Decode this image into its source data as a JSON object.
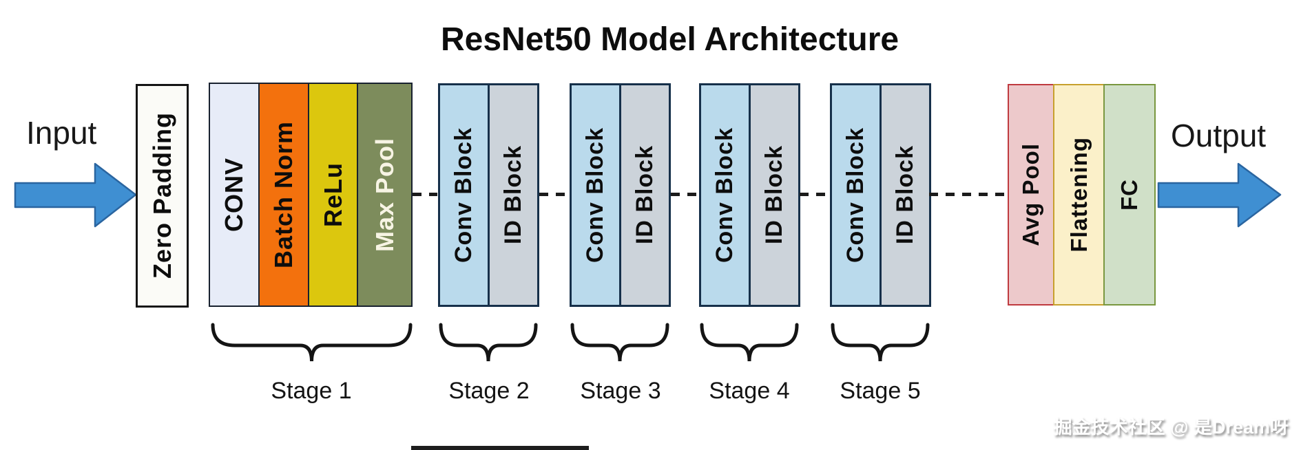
{
  "title": "ResNet50 Model Architecture",
  "input": {
    "label": "Input"
  },
  "output": {
    "label": "Output"
  },
  "zero_padding": {
    "label": "Zero Padding"
  },
  "stage1": {
    "conv": "CONV",
    "batch_norm": "Batch Norm",
    "relu": "ReLu",
    "max_pool": "Max Pool"
  },
  "stage2": {
    "conv_block": "Conv Block",
    "id_block": "ID Block"
  },
  "stage3": {
    "conv_block": "Conv Block",
    "id_block": "ID Block"
  },
  "stage4": {
    "conv_block": "Conv Block",
    "id_block": "ID Block"
  },
  "stage5": {
    "conv_block": "Conv Block",
    "id_block": "ID Block"
  },
  "head": {
    "avg_pool": "Avg Pool",
    "flattening": "Flattening",
    "fc": "FC"
  },
  "stage_captions": {
    "s1": "Stage 1",
    "s2": "Stage 2",
    "s3": "Stage 3",
    "s4": "Stage 4",
    "s5": "Stage 5"
  },
  "watermark": "掘金技术社区 @ 是Dream呀",
  "colors": {
    "arrow_fill": "#3f8fd2",
    "arrow_stroke": "#2a65a0",
    "zero_padding_fill": "#fbfbf7",
    "conv_fill": "#e7ecf8",
    "batch_norm_fill": "#f3710d",
    "relu_fill": "#dcc70e",
    "max_pool_fill": "#7d8c5c",
    "max_pool_text": "#f7f4e4",
    "conv_block_fill": "#badaec",
    "id_block_fill": "#ccd3da",
    "avg_pool_fill": "#edc9cb",
    "avg_pool_border": "#bf3a3f",
    "flattening_fill": "#fbf0c9",
    "flattening_border": "#c7a02c",
    "fc_fill": "#d0e0c8",
    "fc_border": "#79973f",
    "text": "#111111"
  }
}
